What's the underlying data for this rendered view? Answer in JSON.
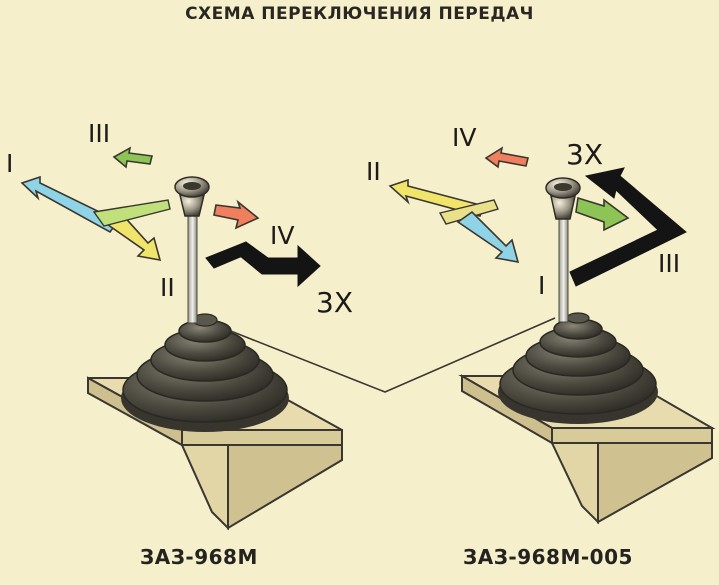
{
  "title": "СХЕМА ПЕРЕКЛЮЧЕНИЯ ПЕРЕДАЧ",
  "left": {
    "caption": "ЗАЗ-968М",
    "labels": {
      "g1": "I",
      "g2": "II",
      "g3": "III",
      "g4": "IV",
      "rev": "3X"
    }
  },
  "right": {
    "caption": "ЗАЗ-968М-005",
    "labels": {
      "g1": "I",
      "g2": "II",
      "g3": "III",
      "g4": "IV",
      "rev": "3X"
    }
  },
  "colors": {
    "background": "#f6efcb",
    "gear1": "#8fd3e6",
    "gear2": "#f1e46a",
    "gear3": "#8cc455",
    "gear4": "#f07f5e",
    "reverse": "#141414",
    "base": "#e4d7a9",
    "boot": "#4e4b41"
  }
}
